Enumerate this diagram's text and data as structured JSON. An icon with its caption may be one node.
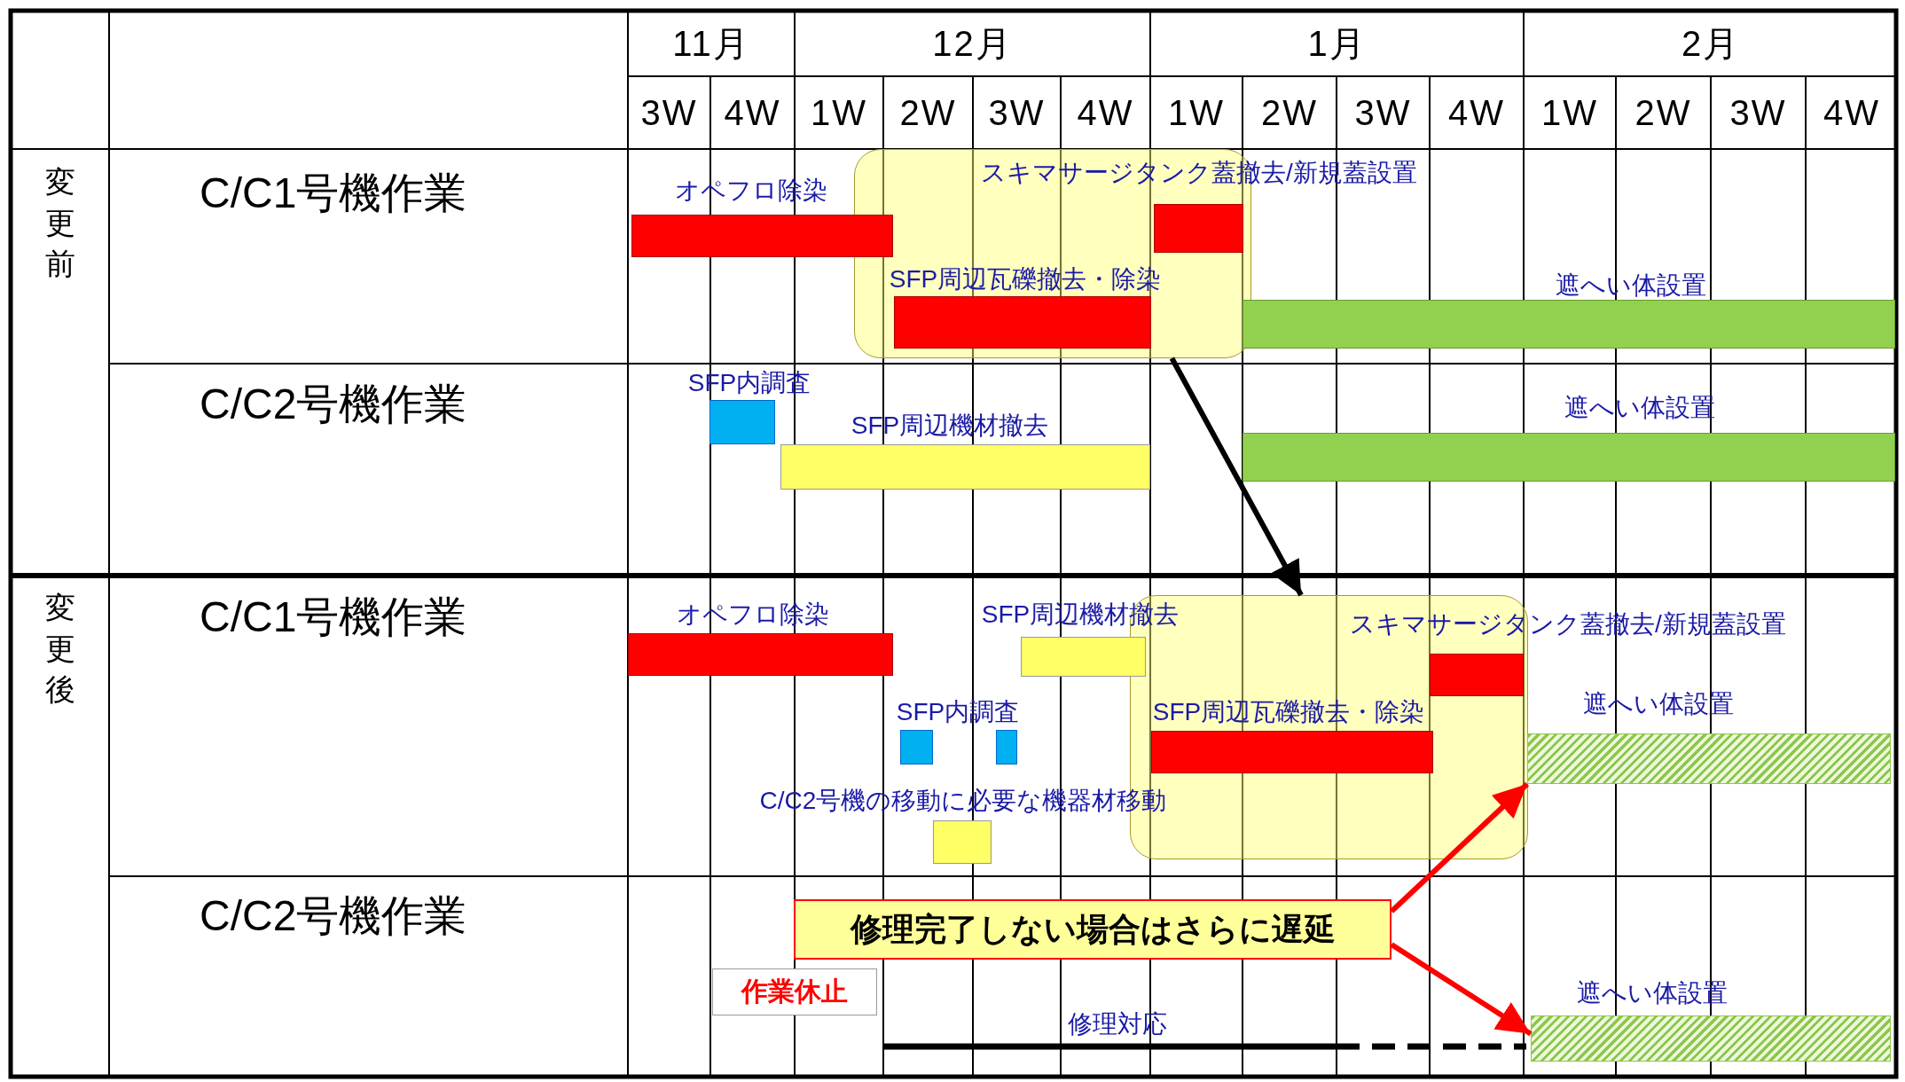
{
  "diagram": {
    "nodes": [
      {
        "text": [],
        "shape": "box"
      },
      {
        "text": [],
        "shape": "bar",
        "beside": [
          "オペフロ除染"
        ]
      },
      {
        "text": [],
        "shape": "bar",
        "in": 0,
        "beside": [
          "スキマサージタンク蓋撤去/新規蓋設置"
        ]
      },
      {
        "text": [],
        "shape": "bar",
        "in": 0,
        "beside": [
          "SFP周辺瓦礫撤去・除染"
        ]
      },
      {
        "text": [],
        "shape": "bar",
        "beside": [
          "遮へい体設置"
        ]
      },
      {
        "text": [],
        "shape": "bar",
        "beside": [
          "SFP内調査"
        ]
      },
      {
        "text": [],
        "shape": "bar",
        "beside": [
          "SFP周辺機材撤去"
        ]
      },
      {
        "text": [],
        "shape": "bar",
        "beside": [
          "遮へい体設置"
        ]
      },
      {
        "text": [],
        "shape": "box"
      },
      {
        "text": [],
        "shape": "bar",
        "beside": [
          "オペフロ除染"
        ]
      },
      {
        "text": [],
        "shape": "bar",
        "beside": [
          "SFP周辺機材撤去"
        ]
      },
      {
        "text": [],
        "shape": "bar",
        "in": 8,
        "beside": [
          "スキマサージタンク蓋撤去/新規蓋設置"
        ]
      },
      {
        "text": [],
        "shape": "bar"
      },
      {
        "text": [],
        "shape": "bar"
      },
      {
        "text": [],
        "shape": "bar",
        "in": 8,
        "beside": [
          "SFP周辺瓦礫撤去・除染"
        ]
      },
      {
        "text": [],
        "shape": "bar",
        "beside": [
          "C/C2号機の移動に必要な機器材移動"
        ]
      },
      {
        "text": [],
        "shape": "bar",
        "beside": [
          "遮へい体設置"
        ]
      },
      {
        "text": [
          "修理完了しない場合はさらに遅延"
        ]
      },
      {
        "text": [
          "作業休止"
        ]
      },
      {
        "text": [],
        "shape": "bar",
        "beside": [
          "遮へい体設置"
        ]
      }
    ],
    "edges": [
      {
        "from": 0,
        "to": 8,
        "arrow": "to",
        "color": "#000000"
      },
      {
        "from": 17,
        "to": 16,
        "arrow": "to"
      },
      {
        "from": 17,
        "to": 19,
        "arrow": "to"
      }
    ],
    "labels": [
      "11月",
      "12月",
      "1月",
      "2月",
      "3W",
      "4W",
      "1W",
      "2W",
      "3W",
      "4W",
      "1W",
      "2W",
      "3W",
      "4W",
      "1W",
      "2W",
      "3W",
      "4W",
      "変更前",
      "C/C1号機作業",
      "C/C2号機作業",
      "変更後",
      "C/C1号機作業",
      "C/C2号機作業",
      "SFP内調査",
      "修理対応"
    ]
  }
}
